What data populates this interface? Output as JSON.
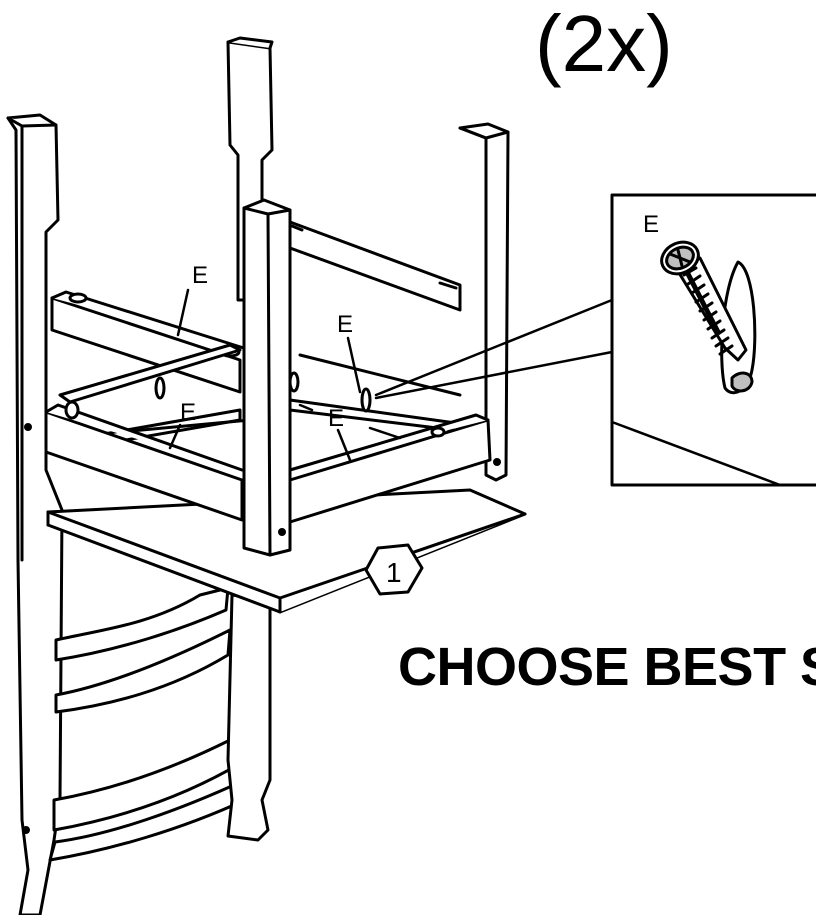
{
  "header": {
    "multiplier": "(2x)"
  },
  "labels": {
    "screw_part_e": "E",
    "seat_part_number": "1"
  },
  "detail": {
    "part_label": "E"
  },
  "footer": {
    "instruction_text": "CHOOSE BEST S"
  },
  "colors": {
    "line": "#000000",
    "background": "#ffffff",
    "highlight": "#bfbfbf"
  }
}
